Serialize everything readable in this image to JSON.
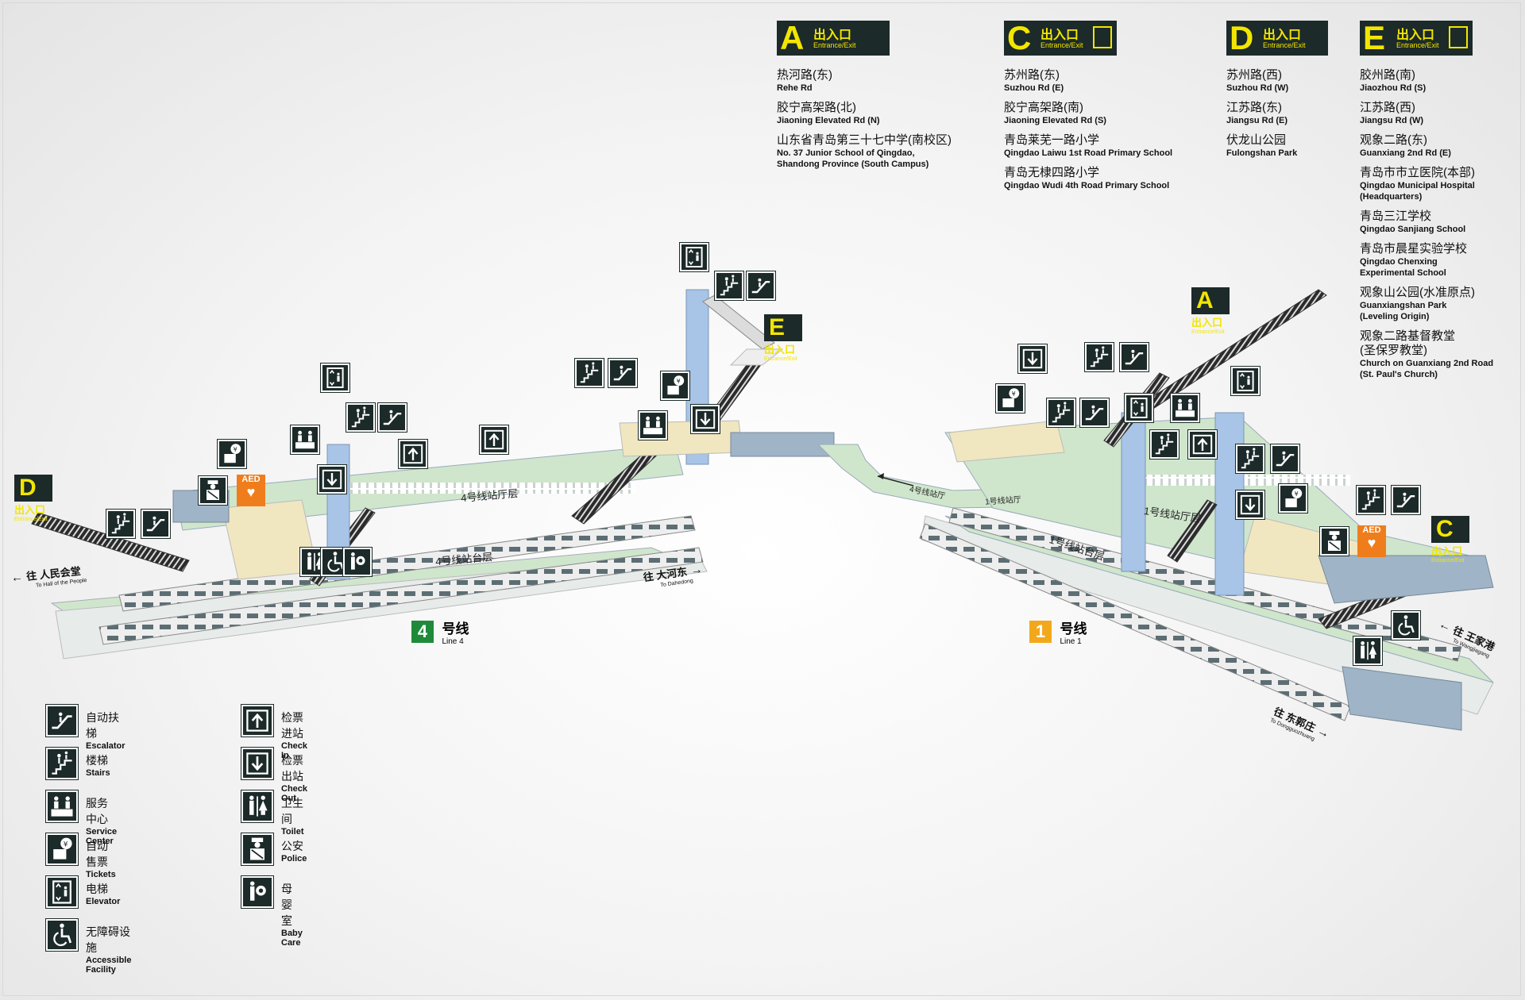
{
  "exits": [
    {
      "letter": "A",
      "cn": "出入口",
      "en": "Entrance/Exit",
      "elevator": false,
      "destinations": [
        {
          "cn": "热河路(东)",
          "en": "Rehe Rd"
        },
        {
          "cn": "胶宁高架路(北)",
          "en": "Jiaoning Elevated Rd (N)"
        },
        {
          "cn": "山东省青岛第三十七中学(南校区)",
          "en": "No. 37 Junior School of Qingdao,\nShandong Province (South Campus)"
        }
      ]
    },
    {
      "letter": "C",
      "cn": "出入口",
      "en": "Entrance/Exit",
      "elevator": true,
      "destinations": [
        {
          "cn": "苏州路(东)",
          "en": "Suzhou Rd (E)"
        },
        {
          "cn": "胶宁高架路(南)",
          "en": "Jiaoning Elevated Rd (S)"
        },
        {
          "cn": "青岛莱芜一路小学",
          "en": "Qingdao Laiwu 1st Road Primary School"
        },
        {
          "cn": "青岛无棣四路小学",
          "en": "Qingdao Wudi 4th Road Primary School"
        }
      ]
    },
    {
      "letter": "D",
      "cn": "出入口",
      "en": "Entrance/Exit",
      "elevator": false,
      "destinations": [
        {
          "cn": "苏州路(西)",
          "en": "Suzhou Rd (W)"
        },
        {
          "cn": "江苏路(东)",
          "en": "Jiangsu Rd (E)"
        },
        {
          "cn": "伏龙山公园",
          "en": "Fulongshan Park"
        }
      ]
    },
    {
      "letter": "E",
      "cn": "出入口",
      "en": "Entrance/Exit",
      "elevator": true,
      "destinations": [
        {
          "cn": "胶州路(南)",
          "en": "Jiaozhou Rd (S)"
        },
        {
          "cn": "江苏路(西)",
          "en": "Jiangsu Rd (W)"
        },
        {
          "cn": "观象二路(东)",
          "en": "Guanxiang 2nd Rd (E)"
        },
        {
          "cn": "青岛市市立医院(本部)",
          "en": "Qingdao Municipal Hospital\n(Headquarters)"
        },
        {
          "cn": "青岛三江学校",
          "en": "Qingdao Sanjiang School"
        },
        {
          "cn": "青岛市晨星实验学校",
          "en": "Qingdao Chenxing\nExperimental School"
        },
        {
          "cn": "观象山公园(水准原点)",
          "en": "Guanxiangshan Park\n(Leveling Origin)"
        },
        {
          "cn": "观象二路基督教堂\n(圣保罗教堂)",
          "en": "Church on Guanxiang 2nd Road\n(St. Paul's Church)"
        }
      ]
    }
  ],
  "map": {
    "tags": {
      "D": {
        "letter": "D",
        "cn": "出入口",
        "en": "Entrance/Exit"
      },
      "E": {
        "letter": "E",
        "cn": "出入口",
        "en": "Entrance/Exit"
      },
      "A": {
        "letter": "A",
        "cn": "出入口",
        "en": "Entrance/Exit"
      },
      "C": {
        "letter": "C",
        "cn": "出入口",
        "en": "Entrance/Exit"
      }
    },
    "labels": {
      "line4_concourse": "4号线站厅层",
      "line4_platform": "4号线站台层",
      "line1_concourse": "1号线站厅层",
      "line1_platform": "1号线站台层",
      "transfer_to_4": "4号线站厅",
      "transfer_to_1": "1号线站厅"
    },
    "directions": {
      "hall_of_people": {
        "cn": "往 人民会堂",
        "en": "To Hall of the People"
      },
      "dahedong": {
        "cn": "往 大河东",
        "en": "To Dahedong"
      },
      "wangjiagang": {
        "cn": "往 王家港",
        "en": "To Wangjiagang"
      },
      "dongguozhuang": {
        "cn": "往 东郭庄",
        "en": "To Dongguozhuang"
      }
    },
    "lines": {
      "line4": {
        "num": "4",
        "cn": "号线",
        "en": "Line 4",
        "color": "#1f8a3a"
      },
      "line1": {
        "num": "1",
        "cn": "号线",
        "en": "Line 1",
        "color": "#f2a81c"
      }
    },
    "aed": "AED"
  },
  "legend": [
    {
      "icon": "escalator-icon",
      "cn": "自动扶梯",
      "en": "Escalator"
    },
    {
      "icon": "stairs-icon",
      "cn": "楼梯",
      "en": "Stairs"
    },
    {
      "icon": "service-center-icon",
      "cn": "服务中心",
      "en": "Service Center"
    },
    {
      "icon": "tickets-icon",
      "cn": "自动售票",
      "en": "Tickets"
    },
    {
      "icon": "elevator-icon",
      "cn": "电梯",
      "en": "Elevator"
    },
    {
      "icon": "accessible-icon",
      "cn": "无障碍设施",
      "en": "Accessible Facility"
    },
    {
      "icon": "check-in-icon",
      "cn": "检票进站",
      "en": "Check In"
    },
    {
      "icon": "check-out-icon",
      "cn": "检票出站",
      "en": "Check Out"
    },
    {
      "icon": "toilet-icon",
      "cn": "卫生间",
      "en": "Toilet"
    },
    {
      "icon": "police-icon",
      "cn": "公安",
      "en": "Police"
    },
    {
      "icon": "baby-care-icon",
      "cn": "母婴室",
      "en": "Baby Care"
    }
  ],
  "colors": {
    "sign_bg": "#1c2a29",
    "sign_yellow": "#f2e600",
    "floor": "#cfe6cc",
    "column": "#a8c4e6",
    "aed": "#f07d1c"
  }
}
